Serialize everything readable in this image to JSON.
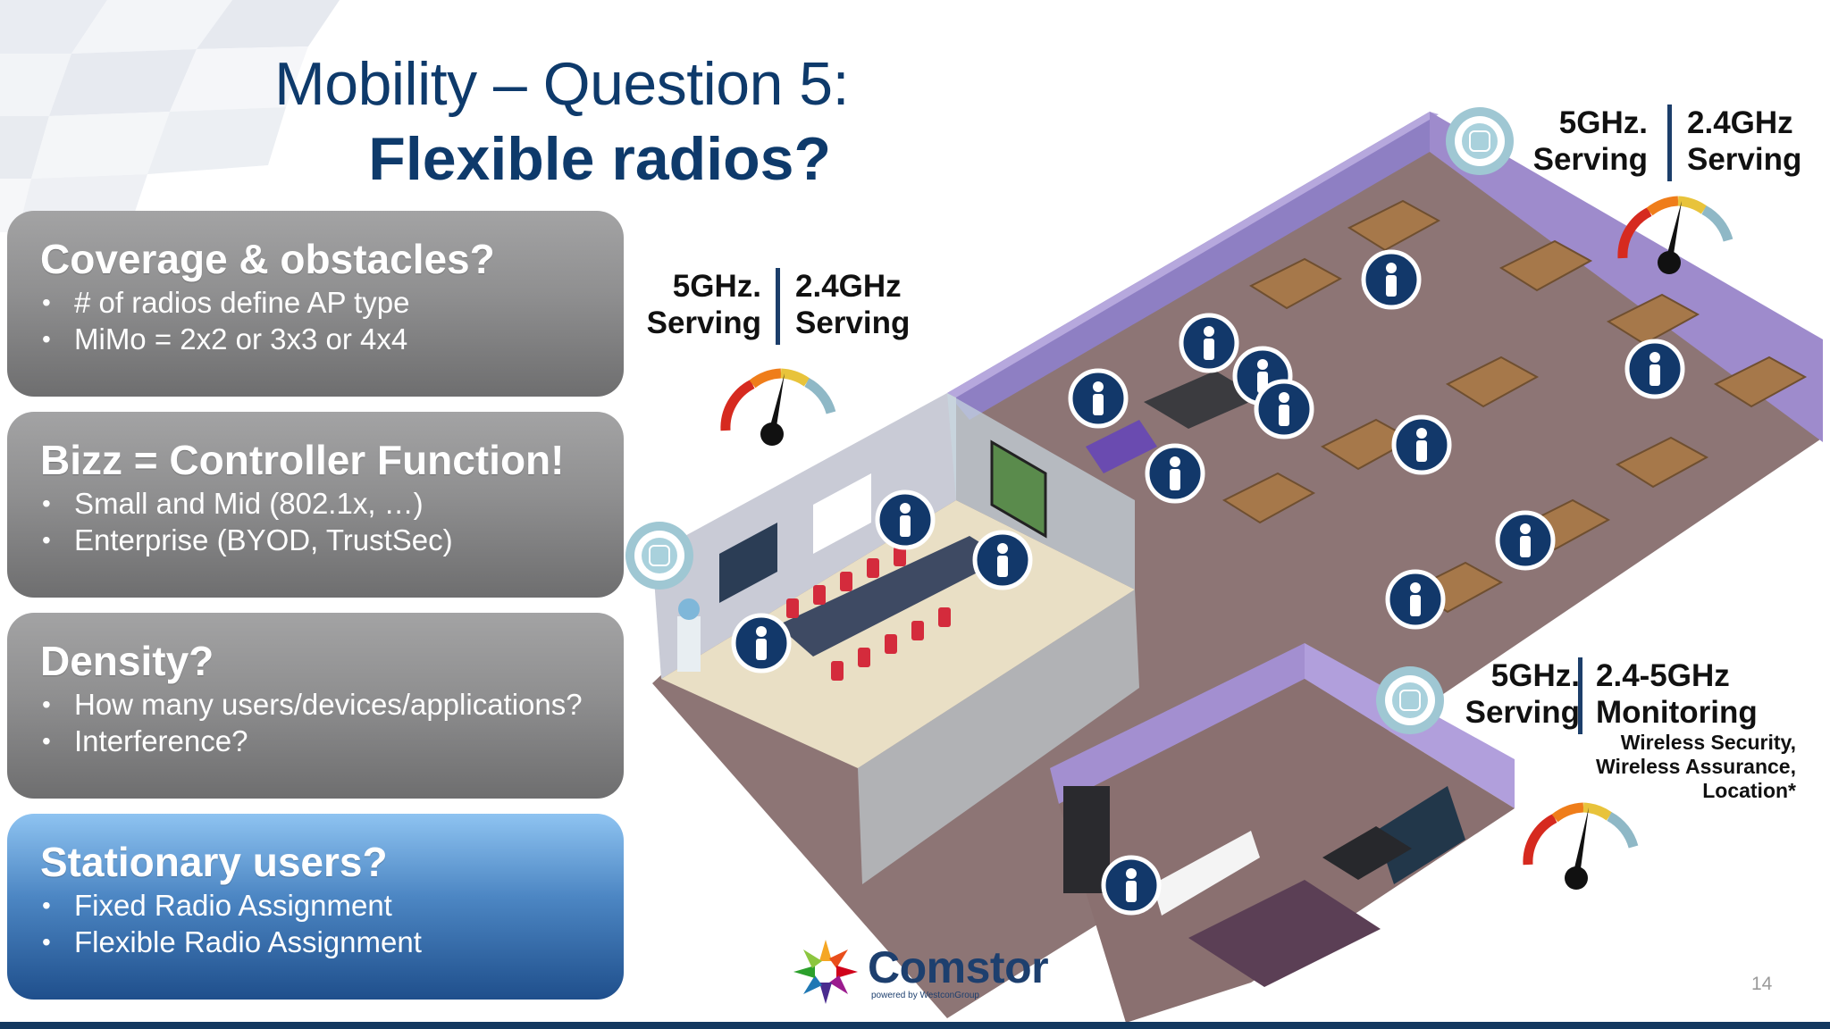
{
  "slide": {
    "title_line1": "Mobility – Question 5:",
    "title_line2": "Flexible radios?",
    "page_number": "14"
  },
  "cards": [
    {
      "title": "Coverage & obstacles?",
      "bullets": [
        "# of radios define AP type",
        "MiMo = 2x2 or 3x3 or 4x4"
      ]
    },
    {
      "title": "Bizz = Controller Function!",
      "bullets": [
        "Small and Mid (802.1x, …)",
        "Enterprise (BYOD, TrustSec)"
      ]
    },
    {
      "title": "Density?",
      "bullets": [
        "How many users/devices/applications?",
        "Interference?"
      ]
    },
    {
      "title": "Stationary users?",
      "bullets": [
        "Fixed Radio Assignment",
        "Flexible Radio Assignment"
      ]
    }
  ],
  "ap_labels": {
    "left": {
      "col1_line1": "5GHz.",
      "col1_line2": "Serving",
      "col2_line1": "2.4GHz",
      "col2_line2": "Serving"
    },
    "top_right": {
      "col1_line1": "5GHz.",
      "col1_line2": "Serving",
      "col2_line1": "2.4GHz",
      "col2_line2": "Serving"
    },
    "bottom_right": {
      "col1_line1": "5GHz.",
      "col1_line2": "Serving",
      "col2_line1": "2.4-5GHz",
      "col2_line2": "Monitoring",
      "notes": [
        "Wireless Security,",
        "Wireless Assurance,",
        "Location*"
      ]
    }
  },
  "logo": {
    "name": "Comstor",
    "tagline": "powered by WestconGroup"
  },
  "colors": {
    "title": "#0e3a6b",
    "card_gray": "#8f8f90",
    "card_blue": "#4c86c3",
    "user_badge": "#12386a",
    "wall_purple": "#9d8ac9",
    "floor": "#8b7373"
  }
}
